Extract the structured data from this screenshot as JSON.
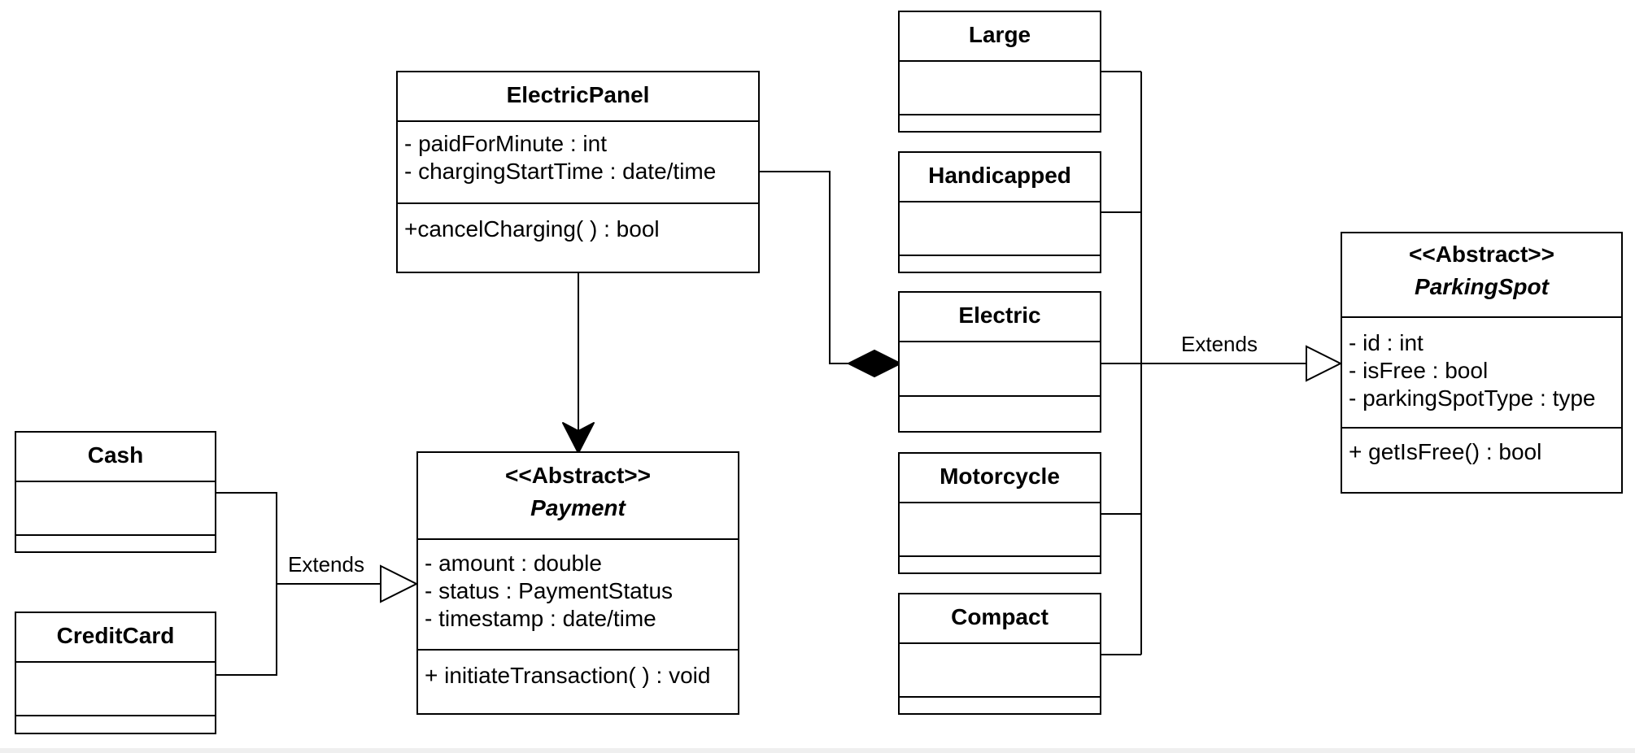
{
  "classes": {
    "electric_panel": {
      "name": "ElectricPanel",
      "attributes": [
        "- paidForMinute : int",
        "- chargingStartTime : date/time"
      ],
      "operations": [
        "+cancelCharging( ) : bool"
      ]
    },
    "payment": {
      "stereotype": "<<Abstract>>",
      "name": "Payment",
      "attributes": [
        "- amount : double",
        "- status : PaymentStatus",
        "- timestamp : date/time"
      ],
      "operations": [
        "+ initiateTransaction( ) : void"
      ]
    },
    "cash": {
      "name": "Cash"
    },
    "credit_card": {
      "name": "CreditCard"
    },
    "large": {
      "name": "Large"
    },
    "handicapped": {
      "name": "Handicapped"
    },
    "electric": {
      "name": "Electric"
    },
    "motorcycle": {
      "name": "Motorcycle"
    },
    "compact": {
      "name": "Compact"
    },
    "parking_spot": {
      "stereotype": "<<Abstract>>",
      "name": "ParkingSpot",
      "attributes": [
        "- id : int",
        "- isFree : bool",
        "- parkingSpotType : type"
      ],
      "operations": [
        "+ getIsFree() : bool"
      ]
    }
  },
  "edges": {
    "payment_extends_label": "Extends",
    "parking_extends_label": "Extends"
  }
}
